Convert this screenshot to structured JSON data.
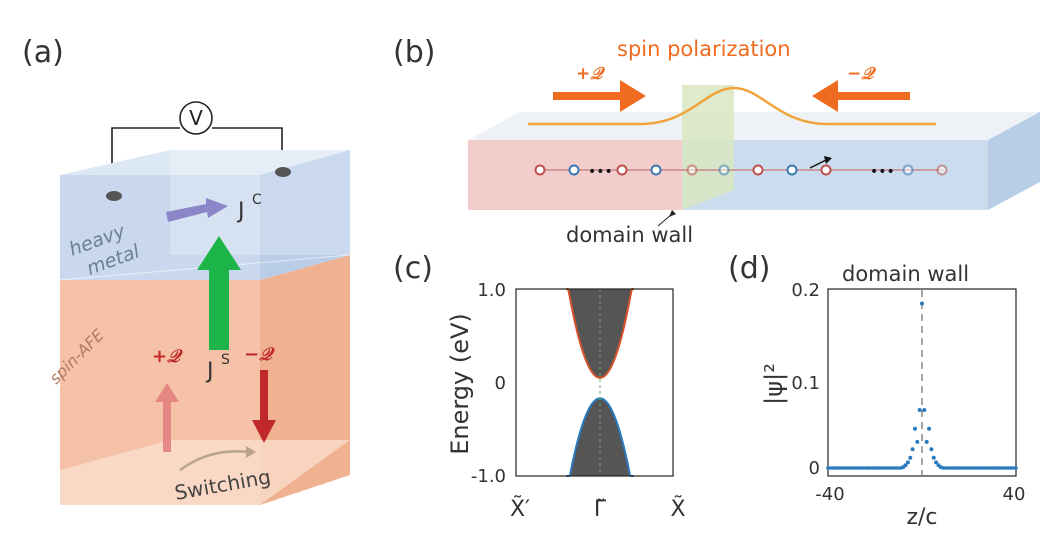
{
  "panels": {
    "a": {
      "label": "(a)",
      "voltmeter": "V",
      "layer_top": [
        "heavy",
        "metal"
      ],
      "layer_bottom": "spin-AFE",
      "charge_current": "J",
      "charge_current_sup": "C",
      "spin_current": "J",
      "spin_current_sup": "S",
      "plus_Q": "+𝒬",
      "minus_Q": "−𝒬",
      "switching": "Switching",
      "colors": {
        "heavy_metal": "#c8d9ee",
        "afe": "#f4b99a",
        "green": "#1db54a",
        "purple": "#8a86c8",
        "dark_red": "#c0282d",
        "pink": "#e07b7b"
      }
    },
    "b": {
      "label": "(b)",
      "title": "spin polarization",
      "plus_Q": "+𝒬",
      "minus_Q": "−𝒬",
      "domain_wall": "domain wall",
      "ellipsis": "•••",
      "colors": {
        "arrow": "#ef6b1f",
        "curve": "#f0a43a",
        "left_block": "#f0c7c7",
        "right_block": "#c8d9ee",
        "wall": "#d8e6bf"
      }
    },
    "c": {
      "label": "(c)",
      "chart_data": {
        "type": "line",
        "ylabel": "Energy  (eV)",
        "ylim": [
          -1.0,
          1.0
        ],
        "yticks": [
          "1.0",
          "0",
          "-1.0"
        ],
        "xticks": [
          "X̃′",
          "Γ̃",
          "X̃"
        ],
        "series": [
          {
            "role": "conduction edge",
            "color": "#d9532b",
            "min_energy": 0.05
          },
          {
            "role": "valence edge",
            "color": "#2b7bc0",
            "max_energy": -0.17
          }
        ],
        "bulk_color": "#555555"
      }
    },
    "d": {
      "label": "(d)",
      "chart_data": {
        "type": "scatter",
        "title": "domain wall",
        "ylabel": "|ψ|²",
        "xlabel": "z/c",
        "xlim": [
          -40,
          40
        ],
        "ylim": [
          0,
          0.2
        ],
        "xticks": [
          "-40",
          "40"
        ],
        "yticks": [
          "0.2",
          "0.1",
          "0"
        ],
        "series": [
          {
            "color": "#2b7bc0",
            "x": [
              -2,
              -1,
              0,
              1,
              2,
              -3,
              3,
              -4,
              4,
              -5,
              5,
              -6,
              6,
              -7,
              7,
              -8,
              8
            ],
            "y": [
              0.028,
              0.062,
              0.176,
              0.062,
              0.028,
              0.042,
              0.042,
              0.02,
              0.02,
              0.011,
              0.011,
              0.006,
              0.006,
              0.003,
              0.003,
              0.001,
              0.001
            ]
          }
        ]
      }
    }
  }
}
